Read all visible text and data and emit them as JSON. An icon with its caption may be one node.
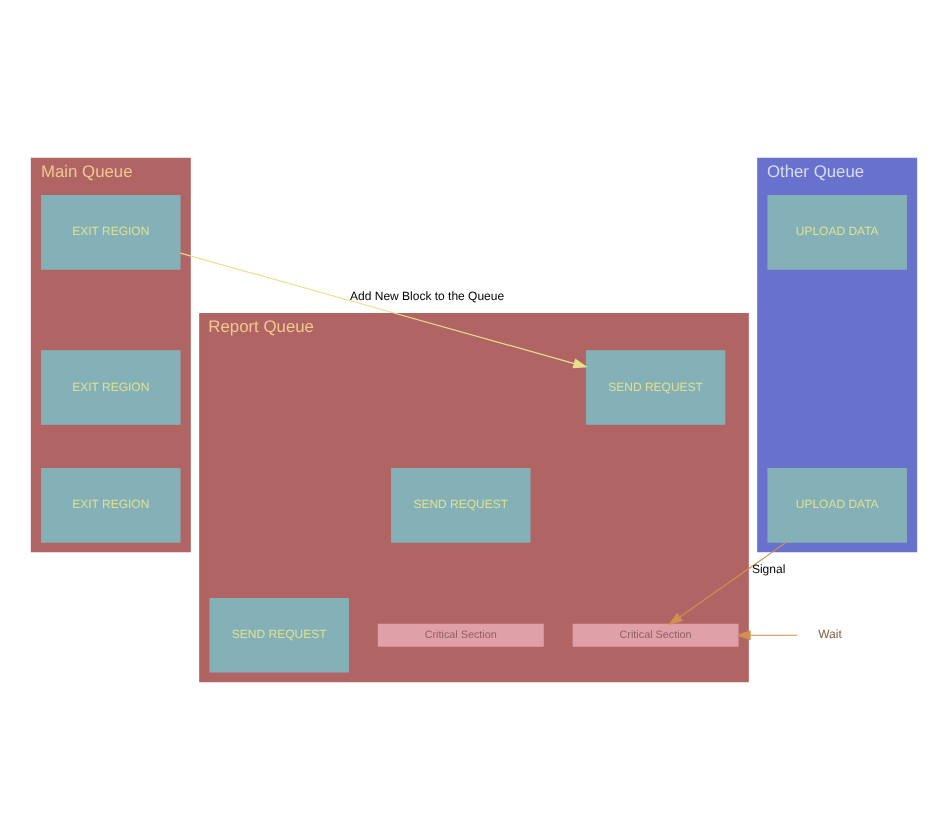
{
  "diagram": {
    "nodes": [
      {
        "text": [
          "Main Queue"
        ]
      },
      {
        "text": [
          "EXIT REGION"
        ],
        "in": 0
      },
      {
        "text": [
          "EXIT REGION"
        ],
        "in": 0
      },
      {
        "text": [
          "EXIT REGION"
        ],
        "in": 0
      },
      {
        "text": [
          "Report Queue"
        ]
      },
      {
        "text": [
          "SEND REQUEST"
        ],
        "in": 4
      },
      {
        "text": [
          "SEND REQUEST"
        ],
        "in": 4
      },
      {
        "text": [
          "SEND REQUEST"
        ],
        "in": 4
      },
      {
        "text": [
          "Critical Section"
        ],
        "in": 4
      },
      {
        "text": [
          "Critical Section"
        ],
        "in": 4
      },
      {
        "text": [
          "Other Queue"
        ]
      },
      {
        "text": [
          "UPLOAD DATA"
        ],
        "in": 10
      },
      {
        "text": [
          "UPLOAD DATA"
        ],
        "in": 10
      },
      {
        "text": [
          "Wait"
        ]
      }
    ],
    "edges": [
      {
        "from": 1,
        "to": 5,
        "arrow": "to",
        "label": "Add New Block to the Queue",
        "color": "#e8e08a"
      },
      {
        "from": 13,
        "to": 8,
        "arrow": "to",
        "color": "#d09050"
      },
      {
        "from": 11,
        "to": 8,
        "arrow": "to",
        "label": "Signal",
        "color": "#d09050"
      }
    ]
  }
}
